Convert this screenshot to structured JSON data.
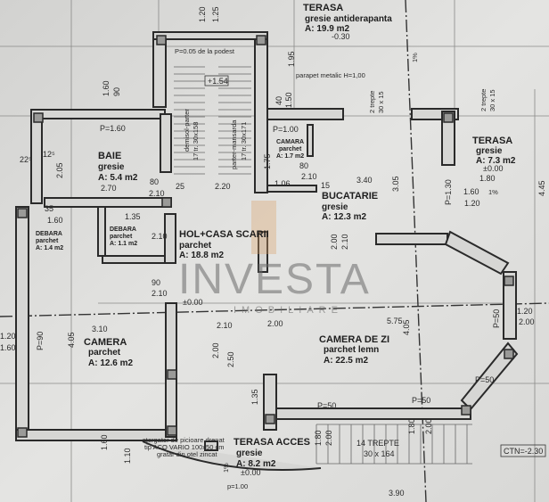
{
  "watermark": {
    "brand": "INVESTA",
    "tagline": "IMOBILIARE",
    "accent_color": "#d9a066"
  },
  "rooms": [
    {
      "name": "TERASA",
      "finish": "gresie antiderapanta",
      "area": "A: 19.9 m2",
      "level": "-0.30"
    },
    {
      "name": "BAIE",
      "finish": "gresie",
      "area": "A: 5.4 m2"
    },
    {
      "name": "DEBARA",
      "finish": "parchet",
      "area": "A: 1.4 m2"
    },
    {
      "name": "DEBARA",
      "finish": "parchet",
      "area": "A: 1.1 m2"
    },
    {
      "name": "HOL+CASA SCARII",
      "finish": "parchet",
      "area": "A: 18.8 m2",
      "level": "±0.00"
    },
    {
      "name": "CAMARA",
      "finish": "parchet",
      "area": "A: 1.7 m2"
    },
    {
      "name": "BUCATARIE",
      "finish": "gresie",
      "area": "A: 12.3 m2"
    },
    {
      "name": "TERASA",
      "finish": "gresie",
      "area": "A: 7.3 m2",
      "level": "±0.00"
    },
    {
      "name": "CAMERA",
      "finish": "parchet",
      "area": "A: 12.6 m2"
    },
    {
      "name": "CAMERA DE ZI",
      "finish": "parchet lemn",
      "area": "A: 22.5 m2"
    },
    {
      "name": "TERASA ACCES",
      "finish": "gresie",
      "area": "A: 8.2 m2",
      "level": "±0.00"
    }
  ],
  "notes": {
    "podest": "P=0.05 de la podest",
    "stair_level": "+1.54",
    "stair1": "demisol-parter",
    "stair1_spec": "17 tr. 30x158",
    "stair2": "parter-mansarda",
    "stair2_spec": "17 tr. 30x171",
    "parapet": "parapet metalic H=1,00",
    "steps_a": "2 trepte",
    "steps_a_spec": "30 x 15",
    "steps_b": "2 trepte",
    "steps_b_spec": "30 x 15",
    "scraper_1": "stergator de picioare drenat",
    "scraper_2": "tip ACO VARIO 100x50 cm",
    "scraper_3": "gratar din otel zincat",
    "main_stairs": "14 TREPTE",
    "main_stairs_spec": "30 x 164",
    "ctn": "CTN=-2.30",
    "slope_1": "1%",
    "slope_2": "1%",
    "slope_3": "1%",
    "p_entry": "p=1.00"
  },
  "dimensions": [
    "1.20",
    "1.25",
    "1.95",
    "1.60",
    "90",
    "P=1.60",
    "2.05",
    "2.70",
    "80",
    "2.10",
    "25",
    "2.20",
    "P=1.00",
    "1.50",
    "40",
    "1.75",
    "80",
    "2.10",
    "1.06",
    "15",
    "3.40",
    "3.05",
    "P=1.30",
    "1.60",
    "1.20",
    "1.80",
    "4.45",
    "1.35",
    "1.60",
    "2.10",
    "90",
    "2.10",
    "3.10",
    "4.05",
    "P=90",
    "1.20",
    "1.60",
    "2.10",
    "2.00",
    "2.50",
    "1.35",
    "2.00",
    "2.10",
    "2.00",
    "5.75",
    "4.05",
    "P=50",
    "P=50",
    "P=50",
    "P=50",
    "2.00",
    "1.20",
    "1.80",
    "2.00",
    "1.80",
    "2.00",
    "1.10",
    "1.60",
    "3.90",
    "22⁵",
    "12⁵",
    "35"
  ]
}
